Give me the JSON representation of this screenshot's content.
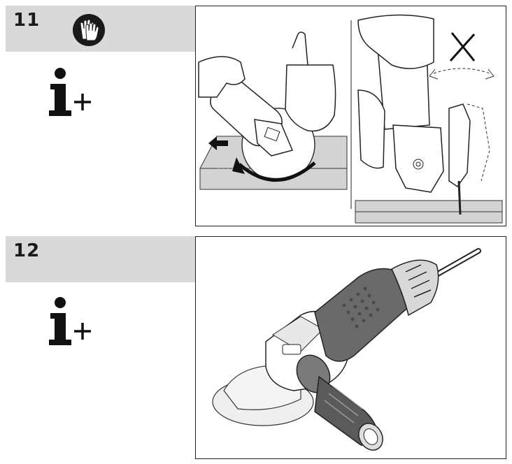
{
  "steps": [
    {
      "number": "11",
      "icons": [
        "protective-gloves-icon",
        "info-plus-icon"
      ],
      "figure": "cutting-direction-and-no-tilt-illustration"
    },
    {
      "number": "12",
      "icons": [
        "info-plus-icon"
      ],
      "figure": "angle-grinder-with-side-handle-illustration"
    }
  ],
  "colors": {
    "header_bg": "#d9d9d9",
    "ink": "#1a1a1a",
    "surface_gray": "#c8c8c8"
  }
}
